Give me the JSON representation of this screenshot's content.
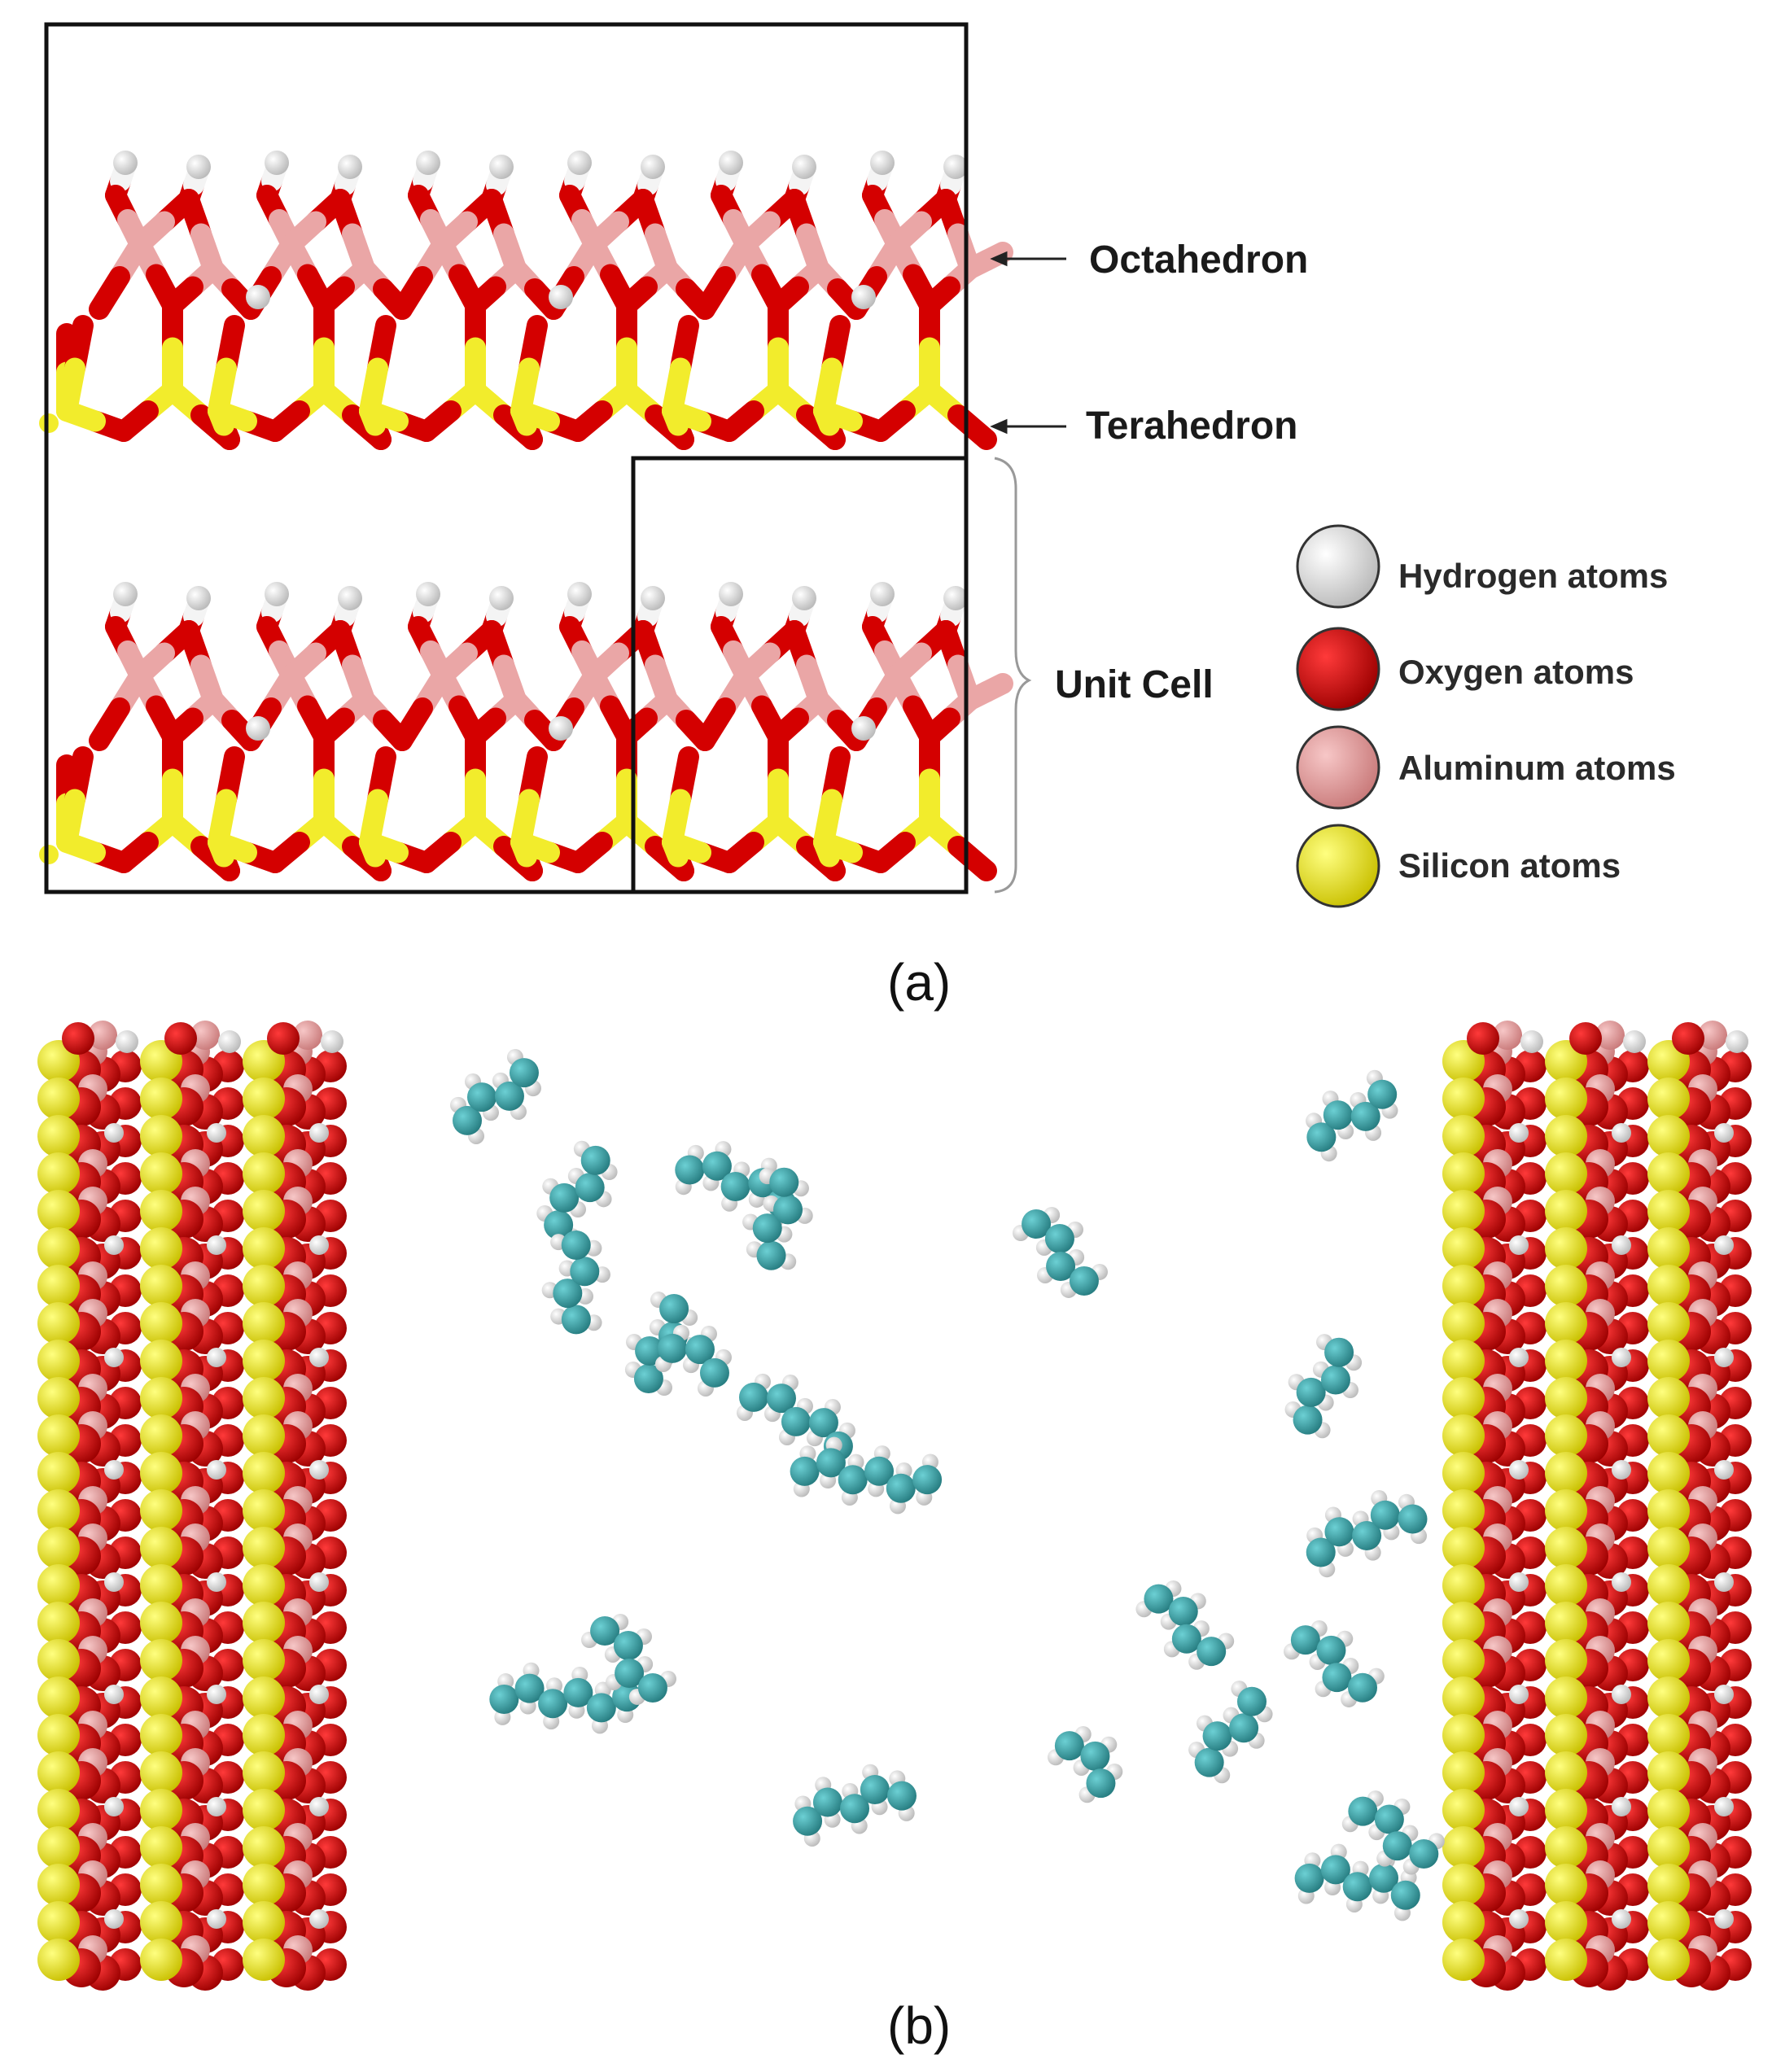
{
  "panel_a": {
    "label": "(a)",
    "annotations": {
      "octahedron": "Octahedron",
      "tetrahedron": "Terahedron",
      "unit_cell": "Unit Cell"
    },
    "legend": [
      {
        "label": "Hydrogen atoms",
        "color": "#e6e6e6"
      },
      {
        "label": "Oxygen atoms",
        "color": "#c00000"
      },
      {
        "label": "Aluminum atoms",
        "color": "#e8a0a0"
      },
      {
        "label": "Silicon atoms",
        "color": "#e6e000"
      }
    ]
  },
  "panel_b": {
    "label": "(b)",
    "molecule_color": "#3aa3a8",
    "molecule_hydrogen_color": "#f0f0f0"
  },
  "colors": {
    "oxygen": "#d40000",
    "aluminum": "#eaa6a6",
    "silicon": "#f2ec2c",
    "hydrogen": "#f4f4f4",
    "frame": "#111111"
  }
}
